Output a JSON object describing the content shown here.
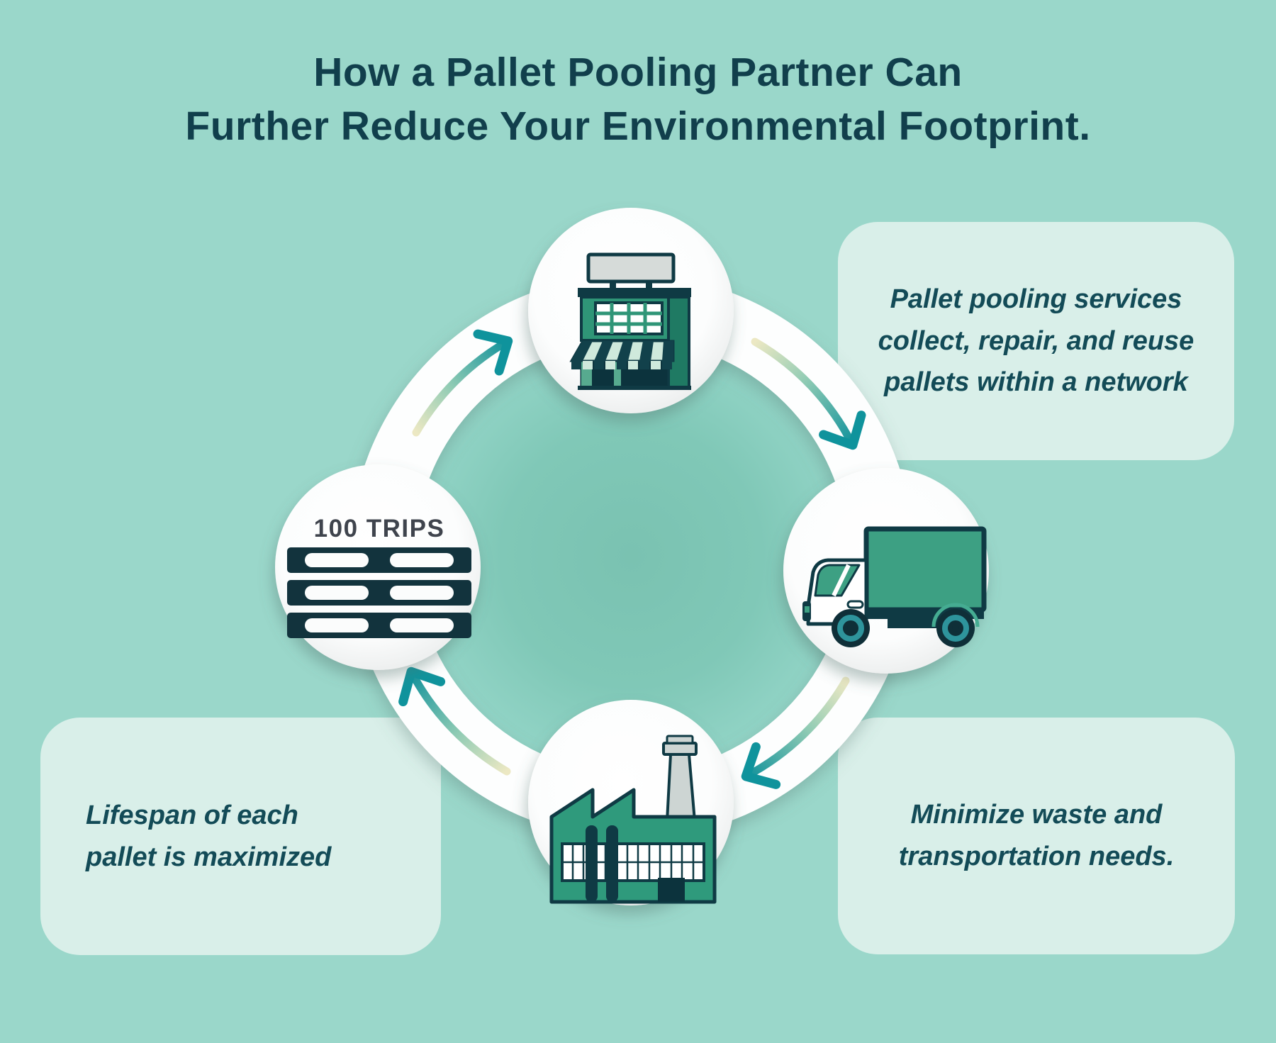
{
  "title": {
    "line1": "How a Pallet Pooling Partner Can",
    "line2": "Further Reduce Your Environmental Footprint."
  },
  "callouts": {
    "top_right": {
      "lines": [
        "Pallet pooling services",
        "collect, repair, and reuse",
        "pallets within a network"
      ]
    },
    "bottom_right": {
      "lines": [
        "Minimize waste and",
        "transportation needs."
      ]
    },
    "bottom_left": {
      "lines": [
        "Lifespan of each",
        "pallet is maximized"
      ]
    }
  },
  "cycle": {
    "pallet_label": "100 TRIPS",
    "steps": [
      {
        "id": "store",
        "icon": "storefront-icon"
      },
      {
        "id": "truck",
        "icon": "box-truck-icon"
      },
      {
        "id": "factory",
        "icon": "factory-icon"
      },
      {
        "id": "pallet",
        "icon": "pallet-stack-icon",
        "label": "100 TRIPS"
      }
    ],
    "direction": "clockwise"
  },
  "colors": {
    "background": "#9ad7ca",
    "panel": "#d9efe9",
    "title_text": "#113f4c",
    "body_text": "#134b57",
    "outline_dark": "#0f3a44",
    "green_mid": "#2f9a7c",
    "green_truck": "#3da083",
    "green_light": "#cfe9dc",
    "arrow_teal": "#12929b",
    "arrow_tail": "#ebe7c0",
    "ring_white": "#fdfefe",
    "disc_teal": "#80c8b7",
    "trips_text": "#3f444d",
    "sign_gray": "#d6dbd9"
  }
}
